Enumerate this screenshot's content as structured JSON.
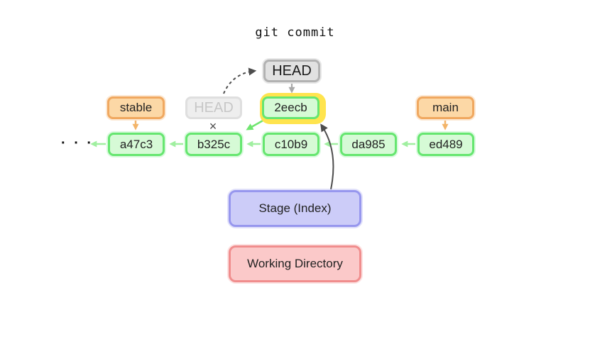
{
  "title": "git commit",
  "nodes": {
    "head": {
      "label": "HEAD"
    },
    "old_head": {
      "label": "HEAD"
    },
    "new_commit": {
      "label": "2eecb"
    },
    "branch_stable": {
      "label": "stable"
    },
    "branch_main": {
      "label": "main"
    },
    "commits": [
      "a47c3",
      "b325c",
      "c10b9",
      "da985",
      "ed489"
    ],
    "ellipsis": "· · ·",
    "detached_cross": "×",
    "stage": {
      "label": "Stage (Index)"
    },
    "working_directory": {
      "label": "Working Directory"
    }
  },
  "colors": {
    "commit_fill": "#d6fad6",
    "commit_border": "#66e670",
    "branch_fill": "#fcd8a6",
    "branch_border": "#f0a860",
    "head_fill": "#e1e1e1",
    "head_border": "#b2b2b2",
    "old_head_fill": "#eeeeee",
    "old_head_border": "#dfdfdf",
    "old_head_text": "#c7c7c7",
    "highlight_yellow": "#ffe44e",
    "stage_fill": "#ccccf8",
    "stage_border": "#9797ee",
    "working_fill": "#fbc9c9",
    "working_border": "#f08d8d",
    "edge_green": "#a0efa0",
    "edge_green_bright": "#70e570",
    "edge_orange": "#f3b469",
    "edge_gray": "#a9a9a9",
    "edge_dark": "#4d4d4d"
  }
}
